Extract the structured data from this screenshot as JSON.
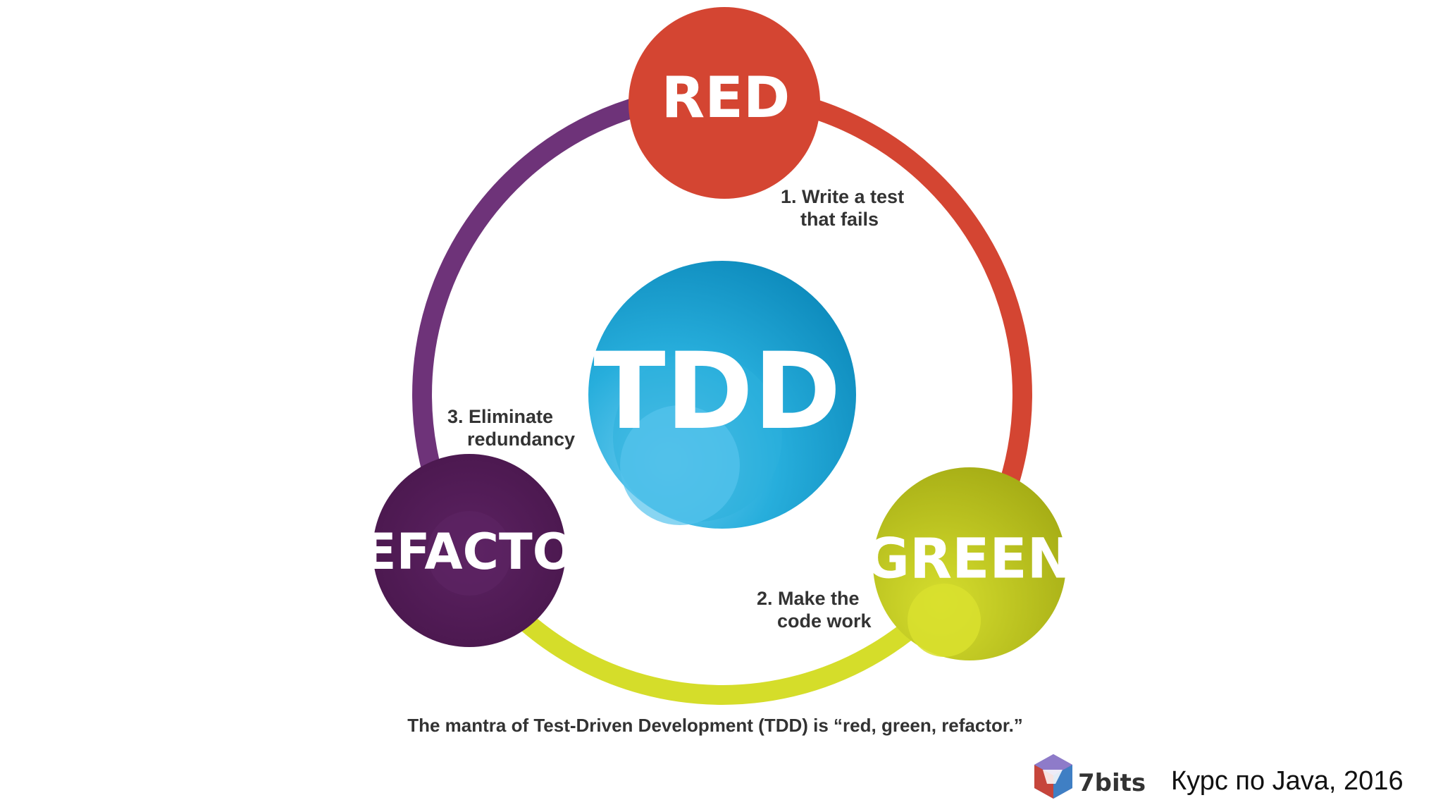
{
  "nodes": {
    "red": {
      "label": "RED",
      "color": "#D44532"
    },
    "green": {
      "label": "GREEN",
      "color": "#B5BD1F"
    },
    "refactor": {
      "label": "REFACTOR",
      "color": "#4F1A54"
    },
    "center": {
      "label": "TDD",
      "color": "#1A9CC9"
    }
  },
  "steps": [
    {
      "lines": [
        "1. Write a test",
        "that fails"
      ]
    },
    {
      "lines": [
        "2. Make the",
        "code work"
      ]
    },
    {
      "lines": [
        "3. Eliminate",
        "redundancy"
      ]
    }
  ],
  "arc_colors": {
    "red_to_green": "#D44532",
    "green_to_refactor": "#D5DD2A",
    "refactor_to_red": "#6E3379"
  },
  "caption": "The mantra of Test-Driven Development (TDD) is “red, green, refactor.”",
  "footer": {
    "brand": "7bits",
    "text": "Курс по Java, 2016",
    "logo_icon": "7bits-cube-logo-icon"
  }
}
